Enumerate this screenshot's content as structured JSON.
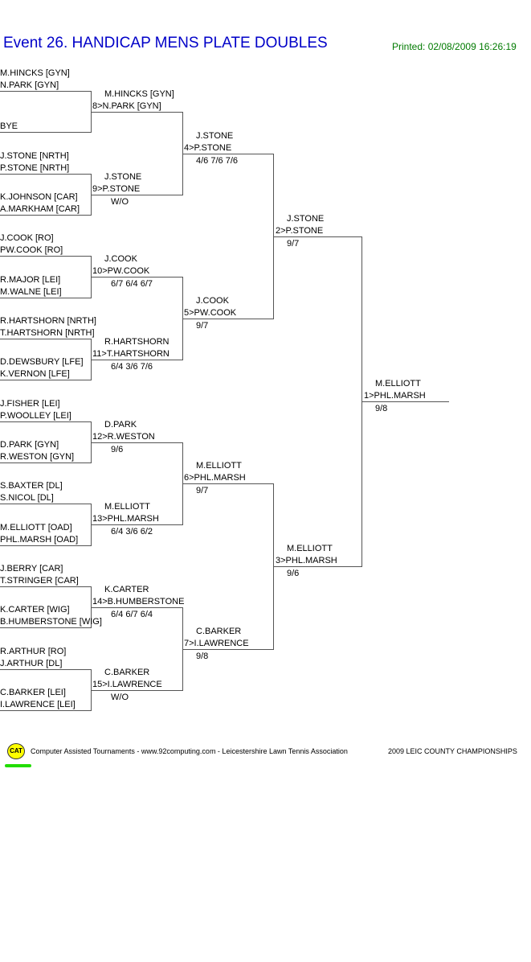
{
  "header": {
    "title": "Event 26. HANDICAP MENS PLATE DOUBLES",
    "printed": "Printed: 02/08/2009 16:26:19"
  },
  "round1": [
    {
      "a": "M.HINCKS [GYN]",
      "b": "N.PARK [GYN]"
    },
    {
      "a": "",
      "b": "BYE"
    },
    {
      "a": "J.STONE [NRTH]",
      "b": "P.STONE [NRTH]"
    },
    {
      "a": "K.JOHNSON [CAR]",
      "b": "A.MARKHAM [CAR]"
    },
    {
      "a": "J.COOK [RO]",
      "b": "PW.COOK [RO]"
    },
    {
      "a": "R.MAJOR [LEI]",
      "b": "M.WALNE [LEI]"
    },
    {
      "a": "R.HARTSHORN [NRTH]",
      "b": "T.HARTSHORN [NRTH]"
    },
    {
      "a": "D.DEWSBURY [LFE]",
      "b": "K.VERNON [LFE]"
    },
    {
      "a": "J.FISHER [LEI]",
      "b": "P.WOOLLEY [LEI]"
    },
    {
      "a": "D.PARK [GYN]",
      "b": "R.WESTON [GYN]"
    },
    {
      "a": "S.BAXTER [DL]",
      "b": "S.NICOL [DL]"
    },
    {
      "a": "M.ELLIOTT [OAD]",
      "b": "PHL.MARSH [OAD]"
    },
    {
      "a": "J.BERRY [CAR]",
      "b": "T.STRINGER [CAR]"
    },
    {
      "a": "K.CARTER [WIG]",
      "b": "B.HUMBERSTONE [WIG]"
    },
    {
      "a": "R.ARTHUR [RO]",
      "b": "J.ARTHUR [DL]"
    },
    {
      "a": "C.BARKER [LEI]",
      "b": "I.LAWRENCE [LEI]"
    }
  ],
  "round2": [
    {
      "a": "M.HINCKS [GYN]",
      "b": "8>N.PARK [GYN]",
      "score": ""
    },
    {
      "a": "J.STONE",
      "b": "9>P.STONE",
      "score": "W/O"
    },
    {
      "a": "J.COOK",
      "b": "10>PW.COOK",
      "score": "6/7 6/4 6/7"
    },
    {
      "a": "R.HARTSHORN",
      "b": "11>T.HARTSHORN",
      "score": "6/4 3/6 7/6"
    },
    {
      "a": "D.PARK",
      "b": "12>R.WESTON",
      "score": "9/6"
    },
    {
      "a": "M.ELLIOTT",
      "b": "13>PHL.MARSH",
      "score": "6/4 3/6 6/2"
    },
    {
      "a": "K.CARTER",
      "b": "14>B.HUMBERSTONE",
      "score": "6/4 6/7 6/4"
    },
    {
      "a": "C.BARKER",
      "b": "15>I.LAWRENCE",
      "score": "W/O"
    }
  ],
  "round3": [
    {
      "a": "J.STONE",
      "b": "4>P.STONE",
      "score": "4/6 7/6 7/6"
    },
    {
      "a": "J.COOK",
      "b": "5>PW.COOK",
      "score": "9/7"
    },
    {
      "a": "M.ELLIOTT",
      "b": "6>PHL.MARSH",
      "score": "9/7"
    },
    {
      "a": "C.BARKER",
      "b": "7>I.LAWRENCE",
      "score": "9/8"
    }
  ],
  "round4": [
    {
      "a": "J.STONE",
      "b": "2>P.STONE",
      "score": "9/7"
    },
    {
      "a": "M.ELLIOTT",
      "b": "3>PHL.MARSH",
      "score": "9/6"
    }
  ],
  "winner": {
    "a": "M.ELLIOTT",
    "b": "1>PHL.MARSH",
    "score": "9/8"
  },
  "footer": {
    "logo_text": "CAT",
    "credit": "Computer Assisted Tournaments - www.92computing.com -  Leicestershire Lawn Tennis Association",
    "event": "2009 LEIC COUNTY CHAMPIONSHIPS"
  }
}
